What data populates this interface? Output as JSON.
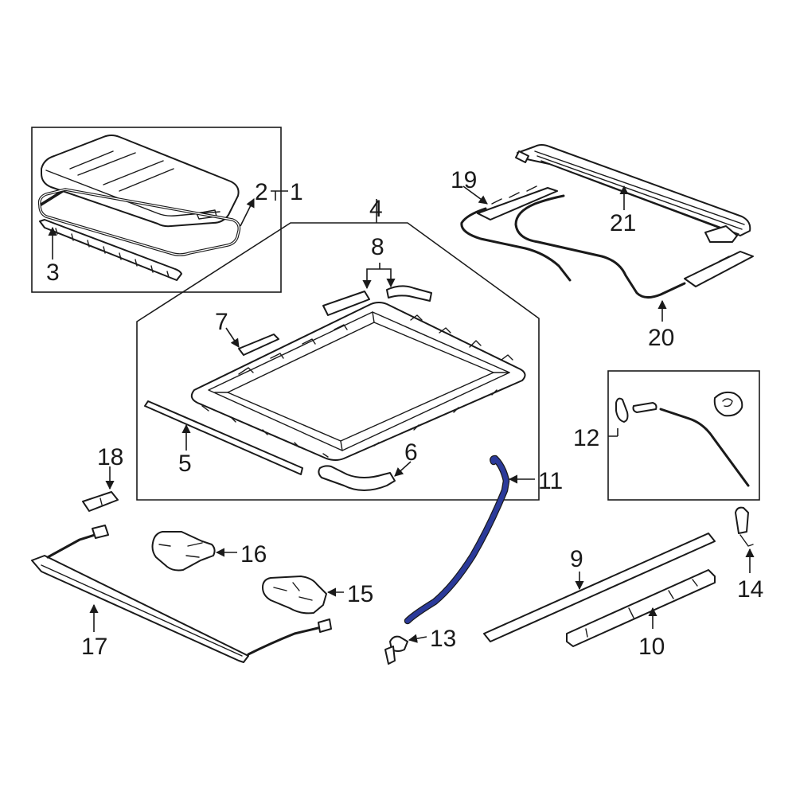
{
  "callouts": {
    "c1": "1",
    "c2": "2",
    "c3": "3",
    "c4": "4",
    "c5": "5",
    "c6": "6",
    "c7": "7",
    "c8": "8",
    "c9": "9",
    "c10": "10",
    "c11": "11",
    "c12": "12",
    "c13": "13",
    "c14": "14",
    "c15": "15",
    "c16": "16",
    "c17": "17",
    "c18": "18",
    "c19": "19",
    "c20": "20",
    "c21": "21"
  },
  "highlighted_part": "11",
  "colors": {
    "line": "#1a1a1a",
    "highlight": "#2b3a9a",
    "background": "#ffffff"
  }
}
